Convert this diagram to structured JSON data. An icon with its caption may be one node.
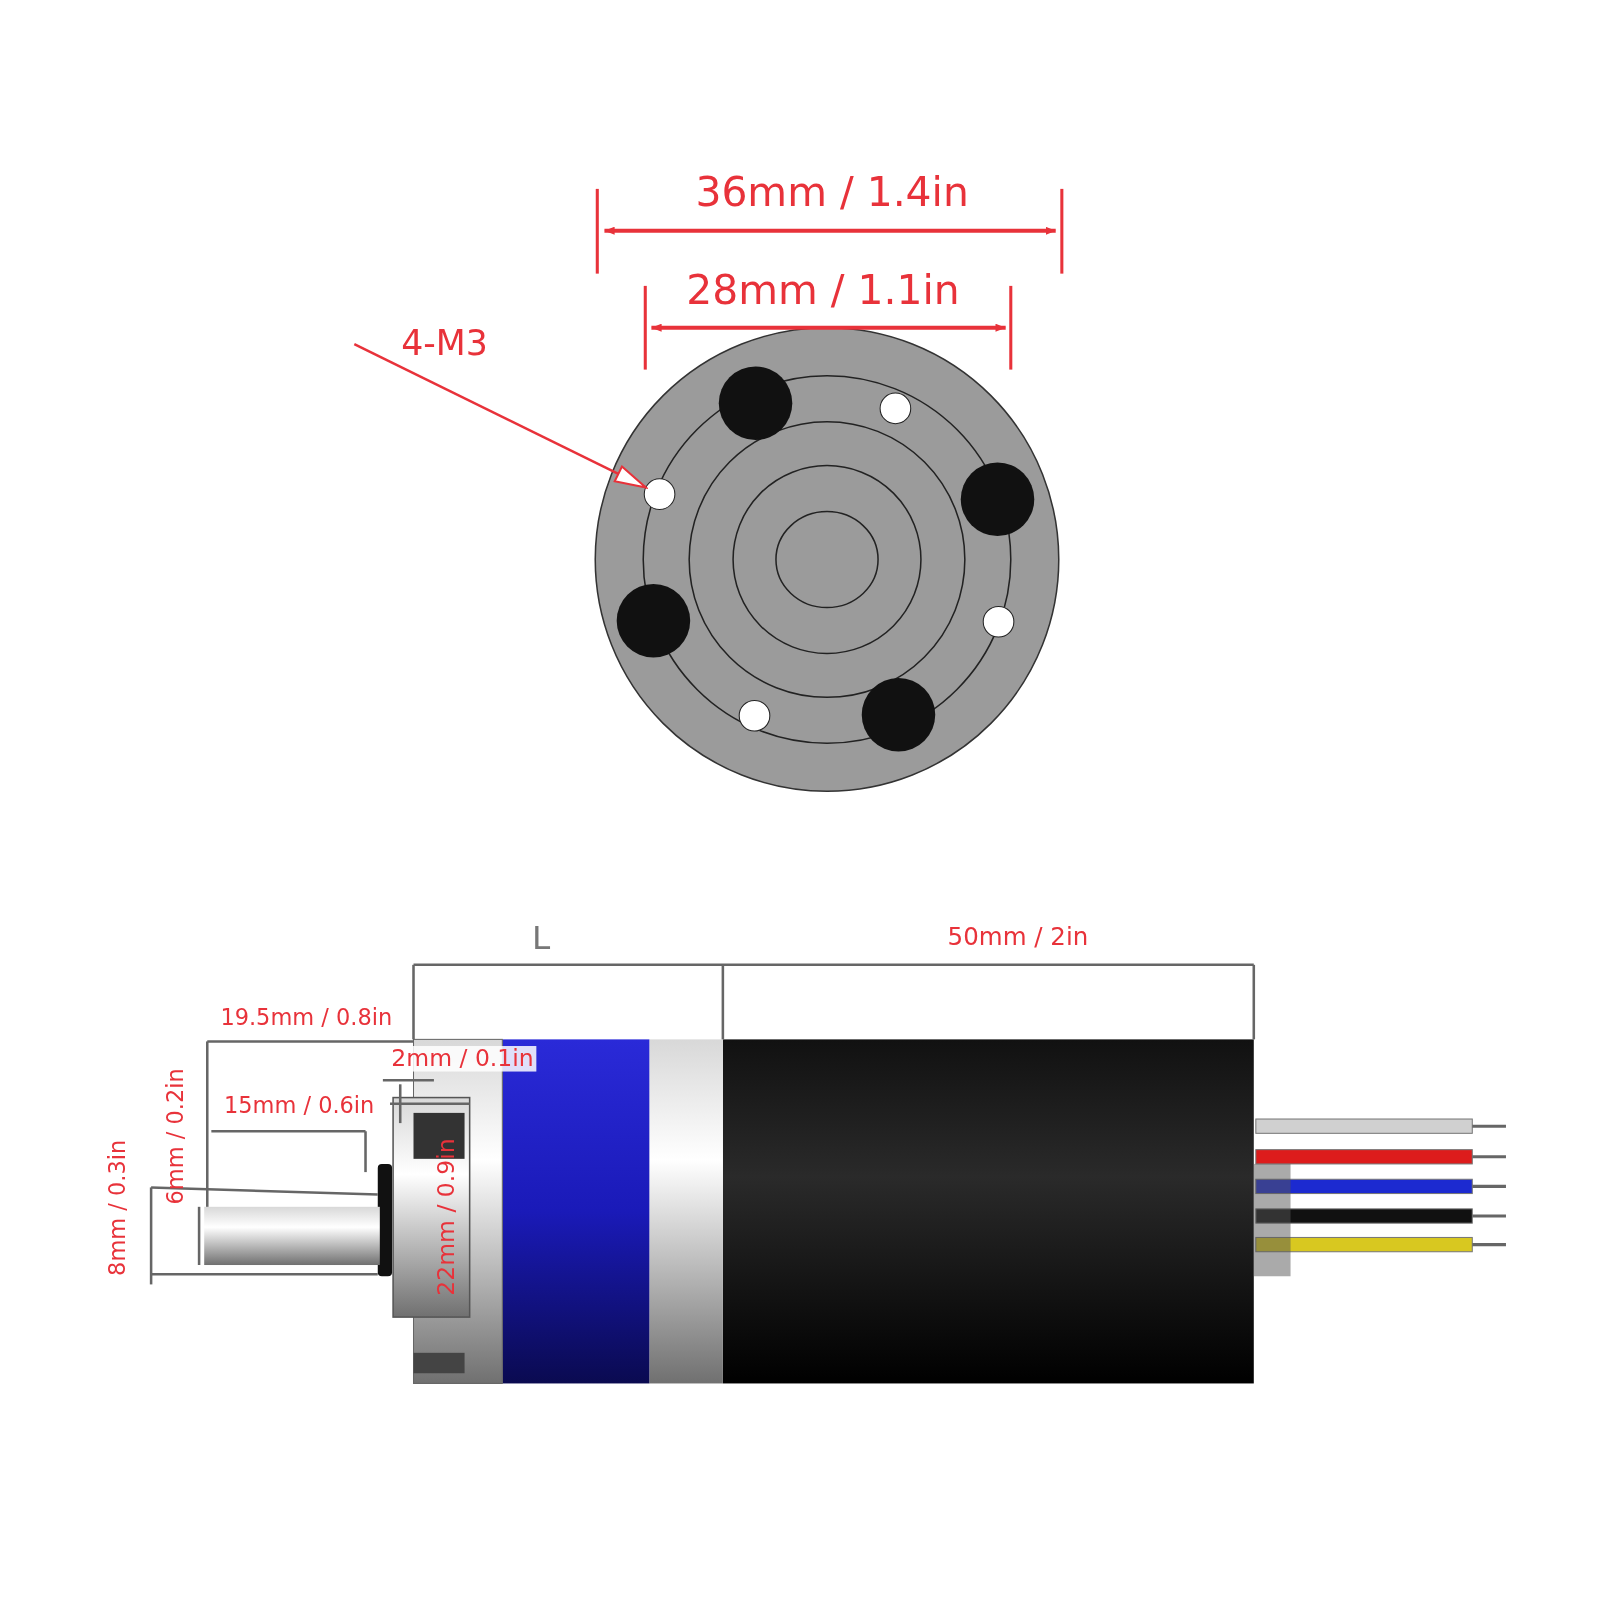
{
  "diagram": {
    "nodes": [
      {
        "text": [
          "4-M3"
        ]
      },
      {
        "text": [],
        "shape": "circle"
      }
    ],
    "edges": [
      {
        "from": 0,
        "to": 1,
        "arrow": "to"
      }
    ],
    "labels": [
      "36mm / 1.4in",
      "28mm / 1.1in",
      "L",
      "50mm / 2in",
      "19.5mm / 0.8in",
      "2mm / 0.1in",
      "15mm / 0.6in",
      "6mm / 0.2in",
      "8mm / 0.3in",
      "22mm / 0.9in"
    ]
  }
}
